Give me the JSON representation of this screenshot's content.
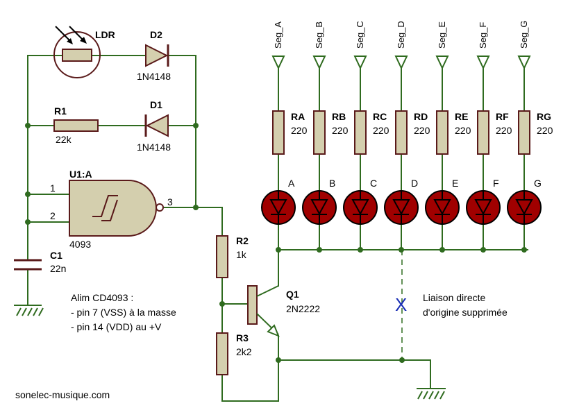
{
  "components": {
    "ldr": {
      "ref": "LDR"
    },
    "d2": {
      "ref": "D2",
      "value": "1N4148"
    },
    "d1": {
      "ref": "D1",
      "value": "1N4148"
    },
    "r1": {
      "ref": "R1",
      "value": "22k"
    },
    "u1": {
      "ref": "U1:A",
      "value": "4093",
      "pin1": "1",
      "pin2": "2",
      "pin3": "3"
    },
    "c1": {
      "ref": "C1",
      "value": "22n"
    },
    "r2": {
      "ref": "R2",
      "value": "1k"
    },
    "r3": {
      "ref": "R3",
      "value": "2k2"
    },
    "q1": {
      "ref": "Q1",
      "value": "2N2222"
    }
  },
  "segments": [
    {
      "net": "Seg_A",
      "res": "RA",
      "value": "220",
      "led": "A"
    },
    {
      "net": "Seg_B",
      "res": "RB",
      "value": "220",
      "led": "B"
    },
    {
      "net": "Seg_C",
      "res": "RC",
      "value": "220",
      "led": "C"
    },
    {
      "net": "Seg_D",
      "res": "RD",
      "value": "220",
      "led": "D"
    },
    {
      "net": "Seg_E",
      "res": "RE",
      "value": "220",
      "led": "E"
    },
    {
      "net": "Seg_F",
      "res": "RF",
      "value": "220",
      "led": "F"
    },
    {
      "net": "Seg_G",
      "res": "RG",
      "value": "220",
      "led": "G"
    }
  ],
  "notes": {
    "power_title": "Alim CD4093 :",
    "power_line1": "- pin 7 (VSS) à la masse",
    "power_line2": "- pin 14 (VDD) au +V",
    "removed_link_mark": "X",
    "removed_link_line1": "Liaison directe",
    "removed_link_line2": "d'origine supprimée",
    "site": "sonelec-musique.com"
  },
  "colors": {
    "wire": "#2f6b1f",
    "component_fill": "#d4cfae",
    "led_fill": "#a00000",
    "mark": "#1a2fb5"
  }
}
